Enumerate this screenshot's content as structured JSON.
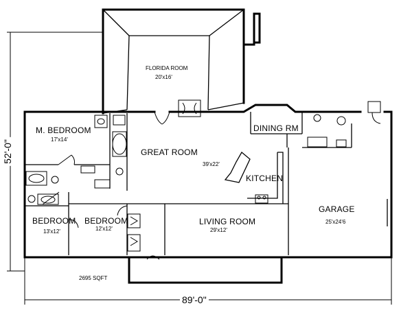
{
  "rooms": {
    "florida": {
      "name": "FLORIDA ROOM",
      "size": "20'x16'"
    },
    "master": {
      "name": "M. BEDROOM",
      "size": "17'x14'"
    },
    "great": {
      "name": "GREAT ROOM",
      "size": "39'x22'"
    },
    "dining": {
      "name": "DINING RM"
    },
    "kitchen": {
      "name": "KITCHEN"
    },
    "garage": {
      "name": "GARAGE",
      "size": "25'x24'6"
    },
    "bed1": {
      "name": "BEDROOM",
      "size": "13'x12'"
    },
    "bed2": {
      "name": "BEDROOM",
      "size": "12'x12'"
    },
    "living": {
      "name": "LIVING ROOM",
      "size": "29'x12'"
    }
  },
  "dimensions": {
    "width": "89'-0\"",
    "depth": "52'-0\""
  },
  "area": "2695 SQFT"
}
